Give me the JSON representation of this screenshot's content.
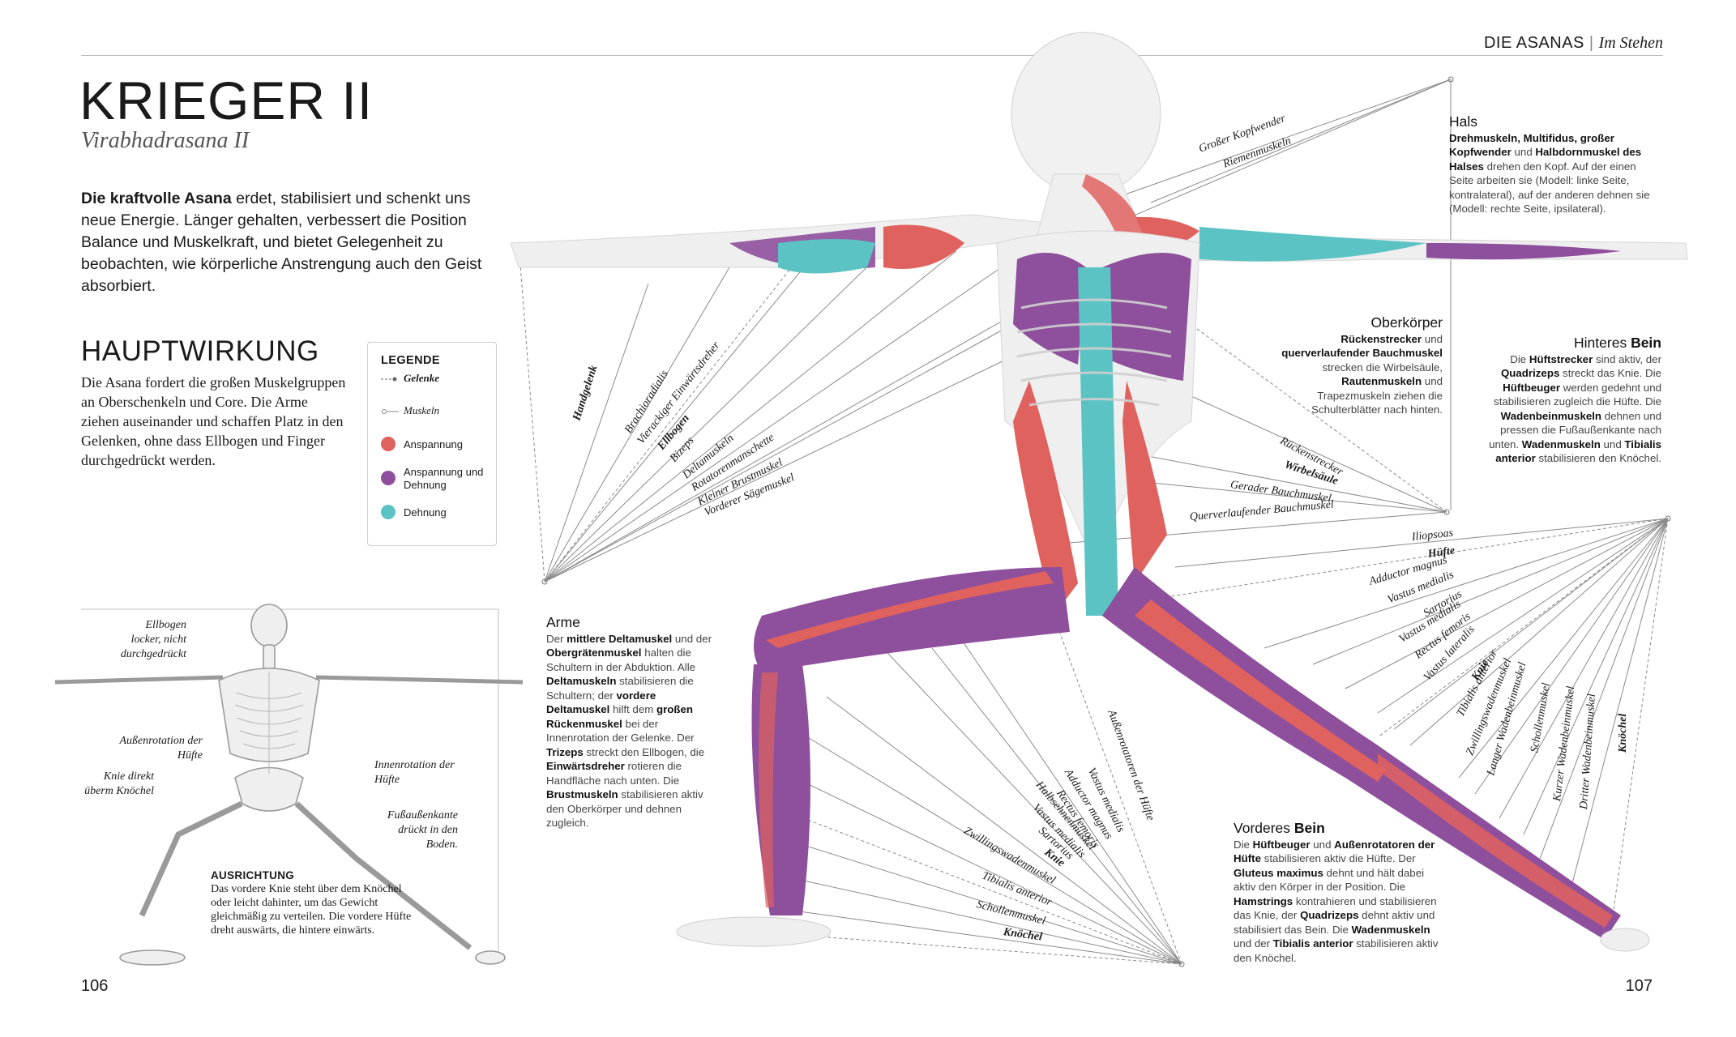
{
  "header": {
    "section": "DIE ASANAS",
    "separator": "|",
    "subsection": "Im Stehen"
  },
  "title": "KRIEGER II",
  "subtitle": "Virabhadrasana II",
  "intro": {
    "bold": "Die kraftvolle Asana",
    "text": " erdet, stabilisiert und schenkt uns neue Energie. Länger gehalten, verbessert die Position Balance und Muskelkraft, und bietet Gelegenheit zu beobachten, wie körperliche Anstrengung auch den Geist absorbiert."
  },
  "hauptwirkung": {
    "heading": "HAUPTWIRKUNG",
    "text": "Die Asana fordert die großen Muskelgruppen an Oberschenkeln und Core. Die Arme ziehen auseinander und schaffen Platz in den Gelenken, ohne dass Ellbogen und Finger durchgedrückt werden."
  },
  "legend": {
    "title": "LEGENDE",
    "gelenke": "Gelenke",
    "muskeln": "Muskeln",
    "items": [
      {
        "label": "Anspannung",
        "color": "#e0625f"
      },
      {
        "label": "Anspannung und Dehnung",
        "color": "#8e4f9c"
      },
      {
        "label": "Dehnung",
        "color": "#5cc3c4"
      }
    ]
  },
  "skeleton_labels": {
    "ellbogen": "Ellbogen locker, nicht durchgedrückt",
    "aussenrotation": "Außenrotation der Hüfte",
    "knie": "Knie direkt überm Knöchel",
    "innenrotation": "Innenrotation der Hüfte",
    "fuss": "Fußaußenkante drückt in den Boden."
  },
  "ausrichtung": {
    "heading": "AUSRICHTUNG",
    "text": "Das vordere Knie steht über dem Knöchel oder leicht dahinter, um das Gewicht gleichmäßig zu verteilen. Die vordere Hüfte dreht auswärts, die hintere einwärts."
  },
  "pages": {
    "left": "106",
    "right": "107"
  },
  "arm_labels": [
    "Handgelenk",
    "Brachioradialis",
    "Vierackiger Einwärtsdreher",
    "Ellbogen",
    "Bizeps",
    "Deltamuskeln",
    "Rotatorenmanschette",
    "Kleiner Brustmuskel",
    "Vorderer Sägemuskel"
  ],
  "neck_labels": [
    "Großer Kopfwender",
    "Riemenmuskeln"
  ],
  "torso_labels": [
    "Rückenstrecker",
    "Wirbelsäule",
    "Gerader Bauchmuskel",
    "Querverlaufender Bauchmuskel"
  ],
  "back_leg_labels": [
    "Iliopsoas",
    "Hüfte",
    "Adductor magnus",
    "Vastus medialis",
    "Sartorius",
    "Vastus medialis",
    "Rectus femoris",
    "Vastus lateralis",
    "Knie",
    "Tibialis anterior",
    "Zwillingswadenmuskel",
    "Langer Wadenbeinmuskel",
    "Schollenmuskel",
    "Kurzer Wadenbeinmuskel",
    "Dritter Wadenbeinmuskel",
    "Knöchel"
  ],
  "front_leg_labels": [
    "Außenrotatoren der Hüfte",
    "Vastus medialis",
    "Adductor magnus",
    "Rectus femoris",
    "Halbsehnenmuskel",
    "Vastus medialis",
    "Sartorius",
    "Knie",
    "Zwillingswadenmuskel",
    "Tibialis anterior",
    "Schollenmuskel",
    "Knöchel"
  ],
  "hals": {
    "title": "Hals",
    "parts": [
      [
        "Drehmuskeln, Multifidus, großer Kopfwender",
        true
      ],
      [
        " und ",
        false
      ],
      [
        "Halbdornmuskel des Halses",
        true
      ],
      [
        " drehen den Kopf. Auf der einen Seite arbeiten sie (Modell: linke Seite, kontralateral), auf der anderen dehnen sie (Modell: rechte Seite, ipsilateral).",
        false
      ]
    ]
  },
  "oberkoerper": {
    "title": "Oberkörper",
    "parts": [
      [
        "Rückenstrecker",
        true
      ],
      [
        " und ",
        false
      ],
      [
        "querverlaufender Bauchmuskel",
        true
      ],
      [
        " strecken die Wirbelsäule, ",
        false
      ],
      [
        "Rautenmuskeln",
        true
      ],
      [
        " und Trapezmuskeln ziehen die Schulterblätter nach hinten.",
        false
      ]
    ]
  },
  "hinteres_bein": {
    "title_a": "Hinteres ",
    "title_b": "Bein",
    "parts": [
      [
        "Die ",
        false
      ],
      [
        "Hüftstrecker",
        true
      ],
      [
        " sind aktiv, der ",
        false
      ],
      [
        "Quadrizeps",
        true
      ],
      [
        " streckt das Knie. Die ",
        false
      ],
      [
        "Hüftbeuger",
        true
      ],
      [
        " werden gedehnt und stabilisieren zugleich die Hüfte. Die ",
        false
      ],
      [
        "Wadenbeinmuskeln",
        true
      ],
      [
        " dehnen und pressen die Fußaußenkante nach unten. ",
        false
      ],
      [
        "Wadenmuskeln",
        true
      ],
      [
        " und ",
        false
      ],
      [
        "Tibialis anterior",
        true
      ],
      [
        " stabilisieren den Knöchel.",
        false
      ]
    ]
  },
  "arme": {
    "title": "Arme",
    "parts": [
      [
        "Der ",
        false
      ],
      [
        "mittlere Deltamuskel",
        true
      ],
      [
        " und der ",
        false
      ],
      [
        "Obergrätenmuskel",
        true
      ],
      [
        " halten die Schultern in der Abduktion. Alle ",
        false
      ],
      [
        "Deltamuskeln",
        true
      ],
      [
        " stabilisieren die Schultern; der ",
        false
      ],
      [
        "vordere Deltamuskel",
        true
      ],
      [
        " hilft dem ",
        false
      ],
      [
        "großen Rückenmuskel",
        true
      ],
      [
        " bei der Innenrotation der Gelenke. Der ",
        false
      ],
      [
        "Trizeps",
        true
      ],
      [
        " streckt den Ellbogen, die ",
        false
      ],
      [
        "Einwärtsdreher",
        true
      ],
      [
        " rotieren die Handfläche nach unten. Die ",
        false
      ],
      [
        "Brustmuskeln",
        true
      ],
      [
        " stabilisieren aktiv den Oberkörper und dehnen zugleich.",
        false
      ]
    ]
  },
  "vorderes_bein": {
    "title_a": "Vorderes ",
    "title_b": "Bein",
    "parts": [
      [
        "Die ",
        false
      ],
      [
        "Hüftbeuger",
        true
      ],
      [
        " und ",
        false
      ],
      [
        "Außenrotatoren der Hüfte",
        true
      ],
      [
        " stabilisieren aktiv die Hüfte. Der ",
        false
      ],
      [
        "Gluteus maximus",
        true
      ],
      [
        " dehnt und hält dabei aktiv den Körper in der Position. Die ",
        false
      ],
      [
        "Hamstrings",
        true
      ],
      [
        " kontrahieren und stabilisieren das Knie, der ",
        false
      ],
      [
        "Quadrizeps",
        true
      ],
      [
        " dehnt aktiv und stabilisiert das Bein. Die ",
        false
      ],
      [
        "Wadenmuskeln",
        true
      ],
      [
        " und der ",
        false
      ],
      [
        "Tibialis anterior",
        true
      ],
      [
        " stabilisieren aktiv den Knöchel.",
        false
      ]
    ]
  },
  "colors": {
    "anspannung": "#e0625f",
    "dehnung_anspannung": "#8e4f9c",
    "dehnung": "#5cc3c4",
    "bone": "#eeeeee"
  }
}
